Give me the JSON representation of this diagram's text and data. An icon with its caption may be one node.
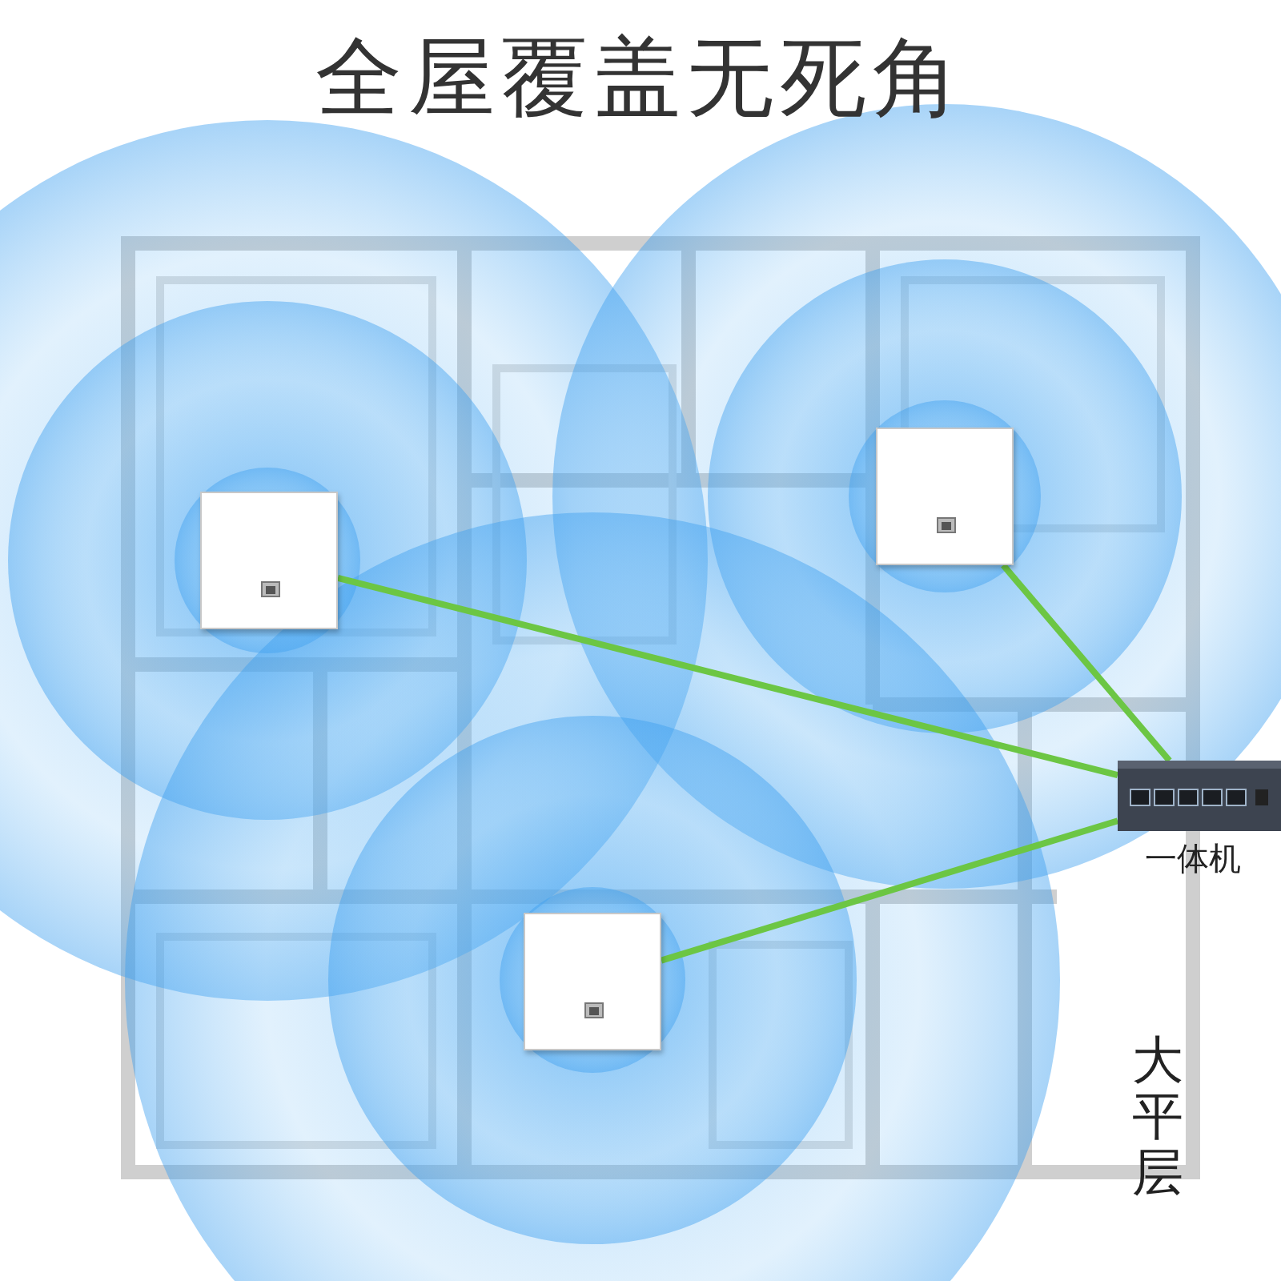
{
  "diagram": {
    "title": "全屋覆盖无死角",
    "nodes": [
      {
        "text": [],
        "shape": "box"
      },
      {
        "text": [],
        "shape": "box"
      },
      {
        "text": [],
        "shape": "box"
      },
      {
        "text": [],
        "shape": "picture",
        "beside": [
          "一体机"
        ]
      }
    ],
    "edges": [
      {
        "from": 0,
        "to": 3,
        "arrow": "none",
        "color": "#6cc644"
      },
      {
        "from": 1,
        "to": 3,
        "arrow": "none",
        "color": "#6cc644"
      },
      {
        "from": 2,
        "to": 3,
        "arrow": "none",
        "color": "#6cc644"
      }
    ],
    "labels": [
      "大平层"
    ]
  }
}
